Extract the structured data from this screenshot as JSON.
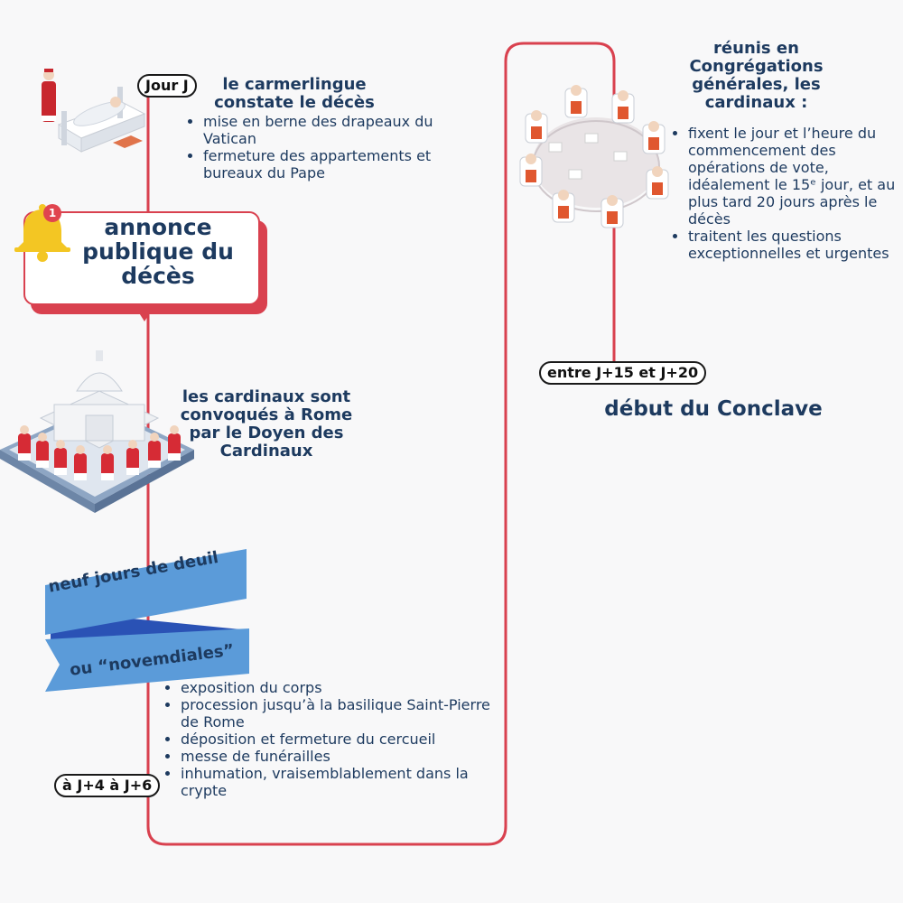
{
  "colors": {
    "line": "#d9414f",
    "text": "#1d3a5f",
    "ribbon_light": "#5b9bd9",
    "ribbon_dark": "#2a52b5",
    "bell": "#f3c623",
    "badge": "#e0454f"
  },
  "step1": {
    "pill": "Jour J",
    "title": "le carmerlingue constate le décès",
    "bullets": [
      "mise en berne des drapeaux du Vatican",
      "fermeture des appartements et bureaux du Pape"
    ],
    "illustration": "camerlengo-bedside-illustration"
  },
  "announcement": {
    "text": "annonce publique du décès",
    "badge": "1",
    "icon": "bell-icon"
  },
  "step2": {
    "title": "les cardinaux sont convoqués à Rome par le Doyen des Cardinaux",
    "illustration": "st-peters-basilica-cardinals-illustration"
  },
  "mourning": {
    "ribbon_line1": "neuf jours de deuil",
    "ribbon_line2": "ou “novemdiales”",
    "pill": "à J+4 à J+6",
    "bullets": [
      "exposition du corps",
      "procession jusqu’à la basilique Saint-Pierre de Rome",
      "déposition et fermeture du cercueil",
      "messe de funérailles",
      "inhumation, vraisemblablement dans la crypte"
    ]
  },
  "congregations": {
    "title": "réunis en Congrégations générales, les cardinaux :",
    "bullets": [
      "fixent le jour et l’heure du commencement des opérations de vote, idéalement le 15ᵉ jour, et au plus tard 20 jours après le décès",
      "traitent les questions exceptionnelles et urgentes"
    ],
    "illustration": "cardinals-round-table-illustration"
  },
  "conclave": {
    "pill": "entre J+15 et J+20",
    "title": "début du Conclave"
  }
}
